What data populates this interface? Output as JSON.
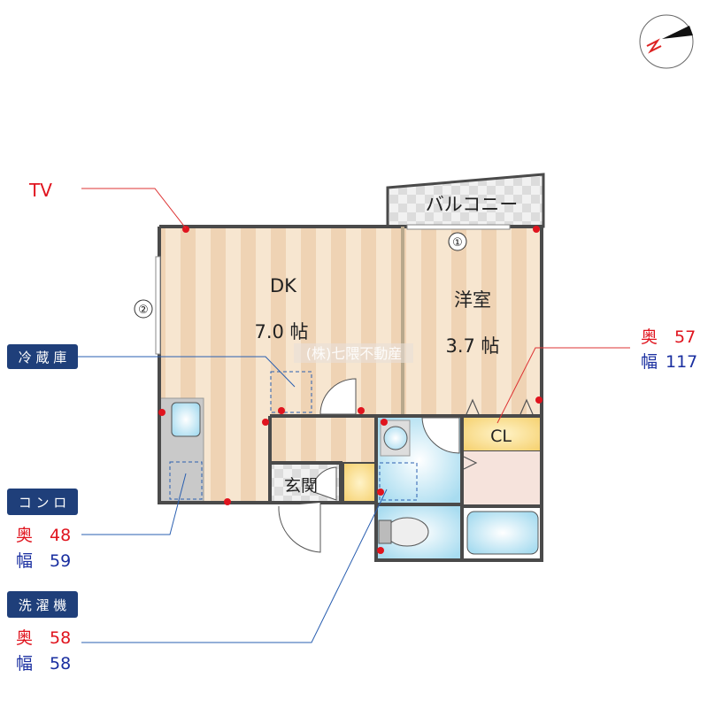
{
  "compass": {
    "label": "N"
  },
  "rooms": {
    "dk": {
      "name": "DK",
      "size": "7.0 帖"
    },
    "western": {
      "name": "洋室",
      "size": "3.7 帖"
    },
    "balcony": {
      "name": "バルコニー"
    },
    "closet": {
      "name": "CL"
    },
    "entrance": {
      "name": "玄関"
    }
  },
  "watermark": "(株)七隈不動産",
  "window_markers": [
    "①",
    "②"
  ],
  "callouts": {
    "tv": {
      "label": "TV"
    },
    "fridge": {
      "label": "冷 蔵 庫"
    },
    "stove": {
      "label": "コ ン ロ",
      "depth_label": "奥",
      "depth": "48",
      "width_label": "幅",
      "width": "59"
    },
    "washer": {
      "label": "洗 濯 機",
      "depth_label": "奥",
      "depth": "58",
      "width_label": "幅",
      "width": "58"
    },
    "closet": {
      "depth_label": "奥",
      "depth": "57",
      "width_label": "幅",
      "width": "117"
    }
  },
  "colors": {
    "badge": "#1f3f7a",
    "depth": "#e0141e",
    "width": "#1a2fa0",
    "wall": "#4a4a4a"
  }
}
